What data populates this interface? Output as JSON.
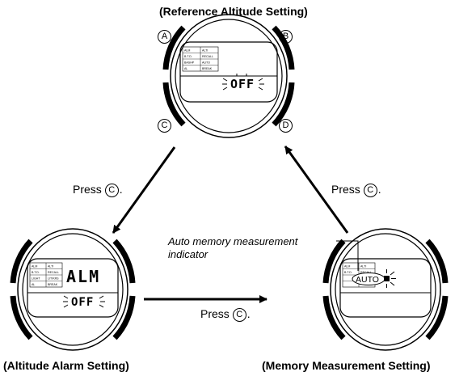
{
  "titles": {
    "reference": "(Reference Altitude Setting)",
    "alarm": "(Altitude Alarm Setting)",
    "memory": "(Memory Measurement Setting)"
  },
  "press": {
    "text": "Press",
    "button": "C",
    "period": "."
  },
  "buttons": {
    "a": "A",
    "b": "B",
    "c": "C",
    "d": "D"
  },
  "indicator_note": {
    "line1": "Auto memory measurement",
    "line2": "indicator"
  },
  "watch_display": {
    "off": "OFF",
    "alm": "ALM",
    "auto": "AUTO",
    "labels": [
      "ALM",
      "ALTI",
      "B.T.D.",
      "RECALL",
      "BASHP",
      "AUTO",
      "LIGHT",
      "LIT/KRS",
      "AL",
      "BREAK"
    ]
  }
}
